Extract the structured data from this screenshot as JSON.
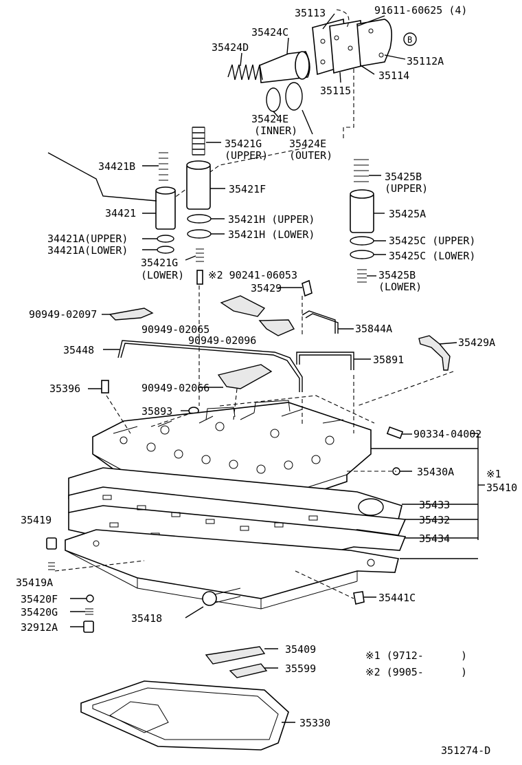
{
  "diagram_id": "351274-D",
  "labels": {
    "p35113": "35113",
    "p91611": "91611-60625 (4)",
    "b_mark": "B",
    "p35424C": "35424C",
    "p35424D": "35424D",
    "p35112A": "35112A",
    "p35114": "35114",
    "p35115": "35115",
    "p35424E_inner": "35424E",
    "inner": "(INNER)",
    "p35424E_outer": "35424E",
    "outer": "(OUTER)",
    "p35421G_upper": "35421G",
    "upper_a": "(UPPER)",
    "p34421B": "34421B",
    "p35425B_upper": "35425B",
    "upper_b": "(UPPER)",
    "p35421F": "35421F",
    "p34421": "34421",
    "p35425A": "35425A",
    "p35421H_upper": "35421H (UPPER)",
    "p35421H_lower": "35421H (LOWER)",
    "p34421A_upper": "34421A(UPPER)",
    "p34421A_lower": "34421A(LOWER)",
    "p35425C_upper": "35425C (UPPER)",
    "p35425C_lower": "35425C (LOWER)",
    "p35421G_lower": "35421G",
    "lower_a": "(LOWER)",
    "p90241": "※2 90241-06053",
    "p35425B_lower": "35425B",
    "lower_b": "(LOWER)",
    "p35429": "35429",
    "p90949_02097": "90949-02097",
    "p90949_02065": "90949-02065",
    "p35844A": "35844A",
    "p90949_02096": "90949-02096",
    "p35429A": "35429A",
    "p35448": "35448",
    "p35891": "35891",
    "p35396": "35396",
    "p90949_02066": "90949-02066",
    "p35893": "35893",
    "p90334": "90334-04002",
    "p35430A": "35430A",
    "note1_mark": "※1",
    "p35410": "35410",
    "p35433": "35433",
    "p35432": "35432",
    "p35419": "35419",
    "p35434": "35434",
    "p35419A": "35419A",
    "p35420F": "35420F",
    "p35441C": "35441C",
    "p35420G": "35420G",
    "p35418": "35418",
    "p32912A": "32912A",
    "p35409": "35409",
    "note1": "※1 (9712-      )",
    "p35599": "35599",
    "note2": "※2 (9905-      )",
    "p35330": "35330"
  }
}
